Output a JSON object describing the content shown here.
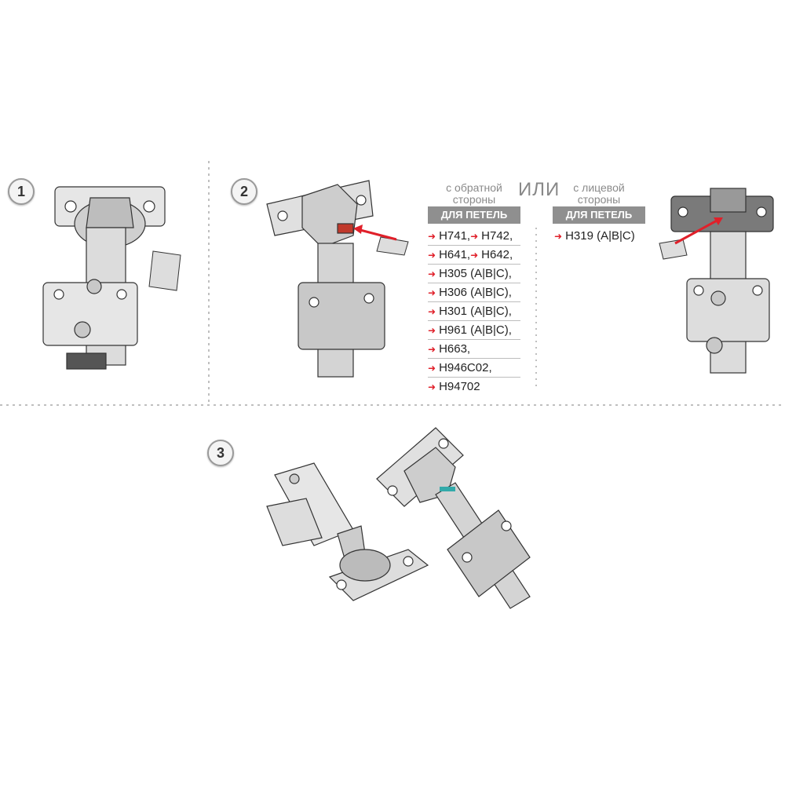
{
  "steps": [
    "1",
    "2",
    "3"
  ],
  "back_side": {
    "label_line1": "с обратной",
    "label_line2": "стороны",
    "band": "ДЛЯ ПЕТЕЛЬ",
    "items": [
      [
        "H741,",
        "H742,"
      ],
      [
        "H641,",
        "H642,"
      ],
      [
        "H305 (A|B|C),"
      ],
      [
        "H306 (A|B|C),"
      ],
      [
        "H301 (A|B|C),"
      ],
      [
        "H961 (A|B|C),"
      ],
      [
        "H663,"
      ],
      [
        "H946C02,"
      ],
      [
        "H94702"
      ]
    ]
  },
  "or_label": "ИЛИ",
  "front_side": {
    "label_line1": "с лицевой",
    "label_line2": "стороны",
    "band": "ДЛЯ ПЕТЕЛЬ",
    "items": [
      [
        "H319 (A|B|C)"
      ]
    ]
  },
  "colors": {
    "arrow": "#e0202a",
    "band": "#8f8f8f"
  }
}
